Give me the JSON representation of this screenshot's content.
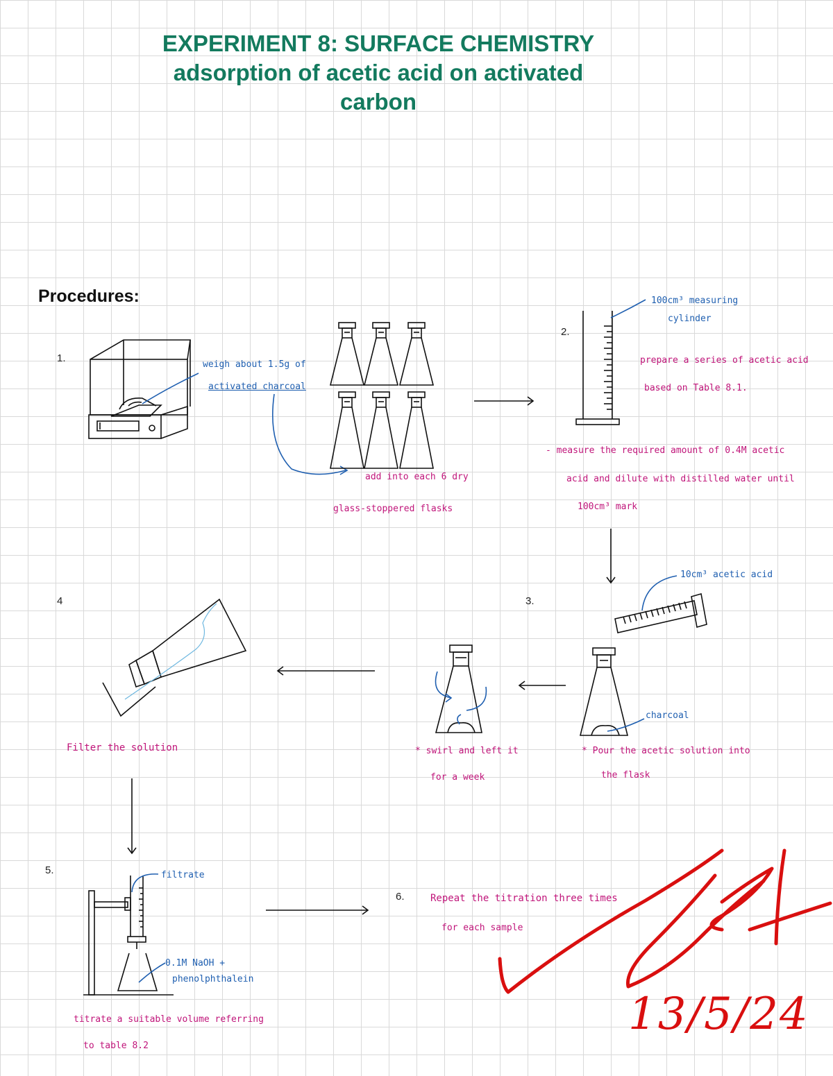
{
  "title": {
    "line1": "EXPERIMENT 8: SURFACE CHEMISTRY",
    "line2": "adsorption of acetic acid on activated",
    "line3": "carbon"
  },
  "heading": "Procedures:",
  "steps": {
    "s1": {
      "number": "1.",
      "weigh_line1": "weigh about 1.5g of",
      "weigh_line2": "activated charcoal",
      "add_line1": "add into each 6 dry",
      "add_line2": "glass-stoppered flasks"
    },
    "s2": {
      "number": "2.",
      "cylinder_line1": "100cm³ measuring",
      "cylinder_line2": "cylinder",
      "prepare_line1": "prepare a series of acetic acid",
      "prepare_line2": "based on Table 8.1.",
      "measure_line1": "- measure the required amount of 0.4M acetic",
      "measure_line2": "acid and dilute with distilled water until",
      "measure_line3": "100cm³ mark"
    },
    "s3": {
      "number": "3.",
      "acid_label": "10cm³ acetic acid",
      "charcoal_label": "charcoal",
      "pour_line1": "* Pour the acetic solution into",
      "pour_line2": "the flask",
      "swirl_line1": "* swirl and left it",
      "swirl_line2": "for a week"
    },
    "s4": {
      "number": "4",
      "filter_label": "Filter the solution"
    },
    "s5": {
      "number": "5.",
      "filtrate_label": "filtrate",
      "naoh_line1": "0.1M NaOH +",
      "naoh_line2": "phenolphthalein",
      "titrate_line1": "titrate a suitable volume referring",
      "titrate_line2": "to table 8.2"
    },
    "s6": {
      "number": "6.",
      "repeat_line1": "Repeat the titration three times",
      "repeat_line2": "for each sample"
    }
  },
  "signature": {
    "date": "13/5/24"
  },
  "colors": {
    "title": "#137a5e",
    "blue_ink": "#1f5fb0",
    "pink_ink": "#c0157a",
    "red_ink": "#d90f0f"
  }
}
